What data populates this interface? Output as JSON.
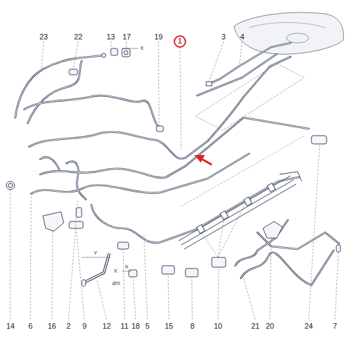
{
  "diagram": {
    "nodes": [
      {
        "text": [
          "1"
        ]
      }
    ],
    "labels": [
      "23",
      "22",
      "13",
      "17",
      "19",
      "3",
      "4",
      "X",
      "Y",
      "X",
      "ØX",
      "X",
      "14",
      "6",
      "16",
      "2",
      "9",
      "12",
      "11",
      "18",
      "5",
      "15",
      "8",
      "10",
      "21",
      "20",
      "24",
      "7"
    ]
  }
}
